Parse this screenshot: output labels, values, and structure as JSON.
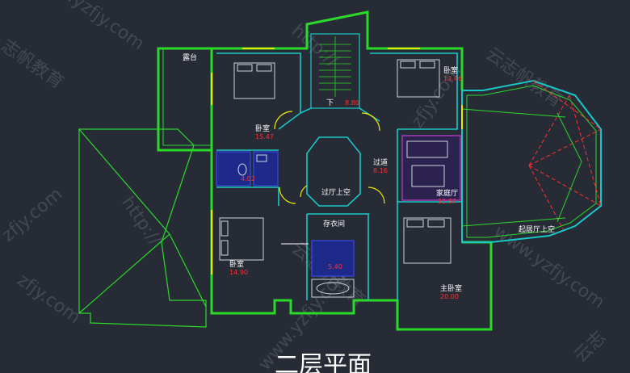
{
  "plan_title": "二层平面",
  "rooms": {
    "terrace": "露台",
    "bedroom_nw": "卧室",
    "bedroom_nw_area": "15.47",
    "bedroom_ne": "卧室",
    "bedroom_ne_area": "13.46",
    "stair_down": "下",
    "stair_area": "8.80",
    "corridor": "过道",
    "corridor_area": "8.16",
    "hall_void": "过厅上空",
    "family_room": "家庭厅",
    "family_room_area": "12.37",
    "living_void": "起居厅上空",
    "closet": "存衣间",
    "closet_area": "5.40",
    "bedroom_sw": "卧室",
    "bedroom_sw_area": "14.90",
    "master_bedroom": "主卧室",
    "master_bedroom_area": "20.00",
    "bath_area": "4.02"
  },
  "watermarks": {
    "site": "www.yzfjy.com",
    "brand": "云志帆教育",
    "brand_short": "云志",
    "url_prefix": "http://",
    "brand_partial": "志帆教育",
    "site_partial": "zfjy.com"
  },
  "colors": {
    "background": "#262b35",
    "wall": "#2bd92b",
    "inner": "#19c7c7",
    "furniture": "#cfd3da",
    "accent_red": "#ff3030",
    "yellow": "#e8e800",
    "blue": "#3a52ff",
    "magenta": "#c040d0"
  }
}
